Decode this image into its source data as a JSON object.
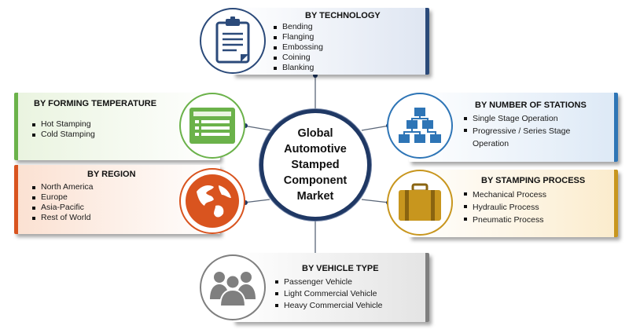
{
  "center": {
    "title": "Global\nAutomotive\nStamped\nComponent\nMarket"
  },
  "technology": {
    "title": "BY TECHNOLOGY",
    "items": [
      "Bending",
      "Flanging",
      "Embossing",
      "Coining",
      "Blanking"
    ],
    "icon": "clipboard-icon",
    "accent": "#2b4a7a"
  },
  "forming_temperature": {
    "title": "BY FORMING TEMPERATURE",
    "items": [
      "Hot Stamping",
      "Cold Stamping"
    ],
    "icon": "form-list-icon",
    "accent": "#6bb24a"
  },
  "region": {
    "title": "BY REGION",
    "items": [
      "North America",
      "Europe",
      "Asia-Pacific",
      "Rest of World"
    ],
    "icon": "globe-icon",
    "accent": "#d9541f"
  },
  "number_of_stations": {
    "title": "BY NUMBER OF STATIONS",
    "items": [
      "Single Stage Operation",
      "Progressive / Series Stage Operation"
    ],
    "icon": "hierarchy-icon",
    "accent": "#2e75b6"
  },
  "stamping_process": {
    "title": "BY STAMPING PROCESS",
    "items": [
      "Mechanical Process",
      "Hydraulic Process",
      "Pneumatic Process"
    ],
    "icon": "briefcase-icon",
    "accent": "#c8961e"
  },
  "vehicle_type": {
    "title": "BY VEHICLE TYPE",
    "items": [
      "Passenger Vehicle",
      "Light Commercial Vehicle",
      "Heavy Commercial Vehicle"
    ],
    "icon": "people-group-icon",
    "accent": "#7f7f7f"
  }
}
